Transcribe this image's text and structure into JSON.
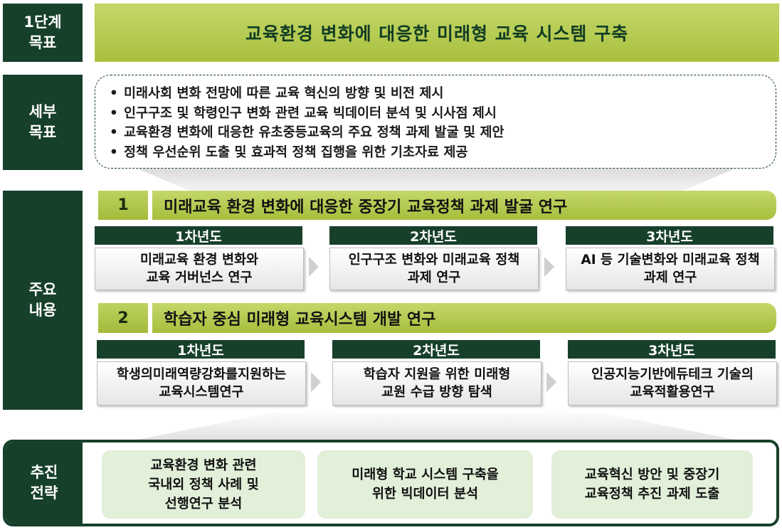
{
  "rows": {
    "goal": {
      "label": "1단계\n목표",
      "text": "교육환경 변화에 대응한 미래형 교육 시스템 구축"
    },
    "details": {
      "label": "세부\n목표",
      "bullet": "•",
      "items": [
        "미래사회 변화 전망에 따른 교육 혁신의 방향 및 비전 제시",
        "인구구조 및 학령인구 변화 관련 교육 빅데이터 분석 및 시사점 제시",
        "교육환경 변화에 대응한 유초중등교육의 주요 정책 과제 발굴 및 제안",
        "정책 우선순위 도출 및 효과적 정책 집행을 위한 기초자료 제공"
      ]
    },
    "main": {
      "label": "주요\n내용",
      "projects": [
        {
          "number": "1",
          "title": "미래교육 환경 변화에 대응한 중장기 교육정책 과제 발굴 연구",
          "years": [
            {
              "year": "1차년도",
              "content": "미래교육 환경 변화와\n교육 거버넌스 연구"
            },
            {
              "year": "2차년도",
              "content": "인구구조 변화와 미래교육 정책\n과제 연구"
            },
            {
              "year": "3차년도",
              "content": "AI 등 기술변화와 미래교육 정책\n과제 연구"
            }
          ]
        },
        {
          "number": "2",
          "title": "학습자 중심 미래형 교육시스템 개발 연구",
          "years": [
            {
              "year": "1차년도",
              "content": "학생의미래역량강화를지원하는\n교육시스템연구"
            },
            {
              "year": "2차년도",
              "content": "학습자 지원을 위한 미래형\n교원 수급 방향 탐색"
            },
            {
              "year": "3차년도",
              "content": "인공지능기반에듀테크 기술의\n교육적활용연구"
            }
          ]
        }
      ]
    },
    "strategy": {
      "label": "추진\n전략",
      "items": [
        "교육환경 변화 관련\n국내외 정책 사례 및\n선행연구 분석",
        "미래형 학교 시스템 구축을\n위한 빅데이터 분석",
        "교육혁신 방안 및 중장기\n교육정책 추진 과제 도출"
      ]
    }
  },
  "colors": {
    "dark_green": "#17402a",
    "lime_green": "#b2c84c",
    "light_green": "#e2efd9",
    "gray_arrow": "#cfcfcf"
  }
}
